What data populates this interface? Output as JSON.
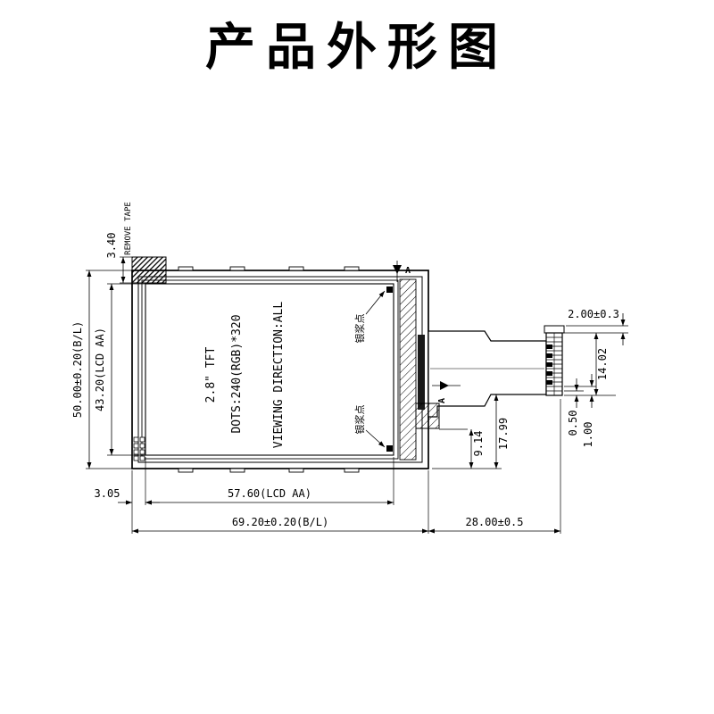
{
  "title": "产品外形图",
  "drawing": {
    "labels": {
      "remove_tape": "REMOVE TAPE",
      "tft_size": "2.8\" TFT",
      "dots": "DOTS:240(RGB)*320",
      "viewing": "VIEWING DIRECTION:ALL",
      "silver_dot_top": "银浆点",
      "silver_dot_bottom": "银浆点",
      "section_top": "A",
      "section_side": "A"
    },
    "dimensions": {
      "tape_height": "3.40",
      "module_height": "50.00±0.20(B/L)",
      "aa_height": "43.20(LCD AA)",
      "aa_left_offset": "3.05",
      "aa_width": "57.60(LCD AA)",
      "module_width": "69.20±0.20(B/L)",
      "fpc_length": "28.00±0.5",
      "connector_offset": "2.00±0.3",
      "connector_height": "14.02",
      "pin_pitch": "0.50",
      "pin_width": "1.00",
      "fpc_offset_a": "9.14",
      "fpc_offset_b": "17.99"
    }
  }
}
